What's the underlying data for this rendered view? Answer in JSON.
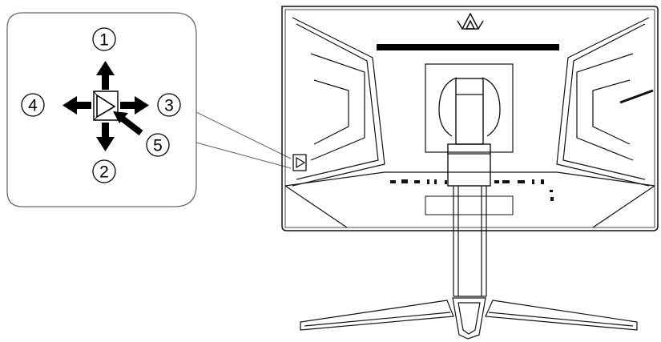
{
  "callouts": [
    {
      "id": "1",
      "label": "1",
      "direction": "up"
    },
    {
      "id": "2",
      "label": "2",
      "direction": "down"
    },
    {
      "id": "3",
      "label": "3",
      "direction": "right"
    },
    {
      "id": "4",
      "label": "4",
      "direction": "left"
    },
    {
      "id": "5",
      "label": "5",
      "direction": "press"
    }
  ],
  "icons": {
    "brand_logo": "brand-logo-icon",
    "joystick": "joystick-button-icon"
  },
  "colors": {
    "line": "#000000",
    "panel_border": "#666666",
    "monitor_stroke": "#111111"
  }
}
